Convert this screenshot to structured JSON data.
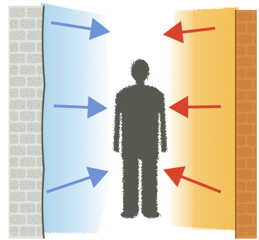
{
  "scene": {
    "colors": {
      "background": "#ffffff",
      "cold_glow": "#a9d3ec",
      "warm_glow": "#f3bf55",
      "cool_wall_brick": "#8b8272",
      "cool_wall_mortar": "#dfe4de",
      "warm_wall_brick": "#a8562e",
      "warm_wall_mortar": "#d98f45",
      "figure": "#4a4a44",
      "cold_arrow": "#6f93d4",
      "warm_arrow": "#d8432c"
    },
    "elements": [
      "left-brick-wall",
      "cold-air-glow",
      "warm-air-glow",
      "right-brick-wall",
      "human-figure",
      "cold-arrow-top",
      "cold-arrow-middle",
      "cold-arrow-bottom",
      "warm-arrow-top",
      "warm-arrow-middle",
      "warm-arrow-bottom"
    ],
    "arrow_icons": [
      "arrow-right-icon",
      "arrow-left-icon"
    ]
  }
}
